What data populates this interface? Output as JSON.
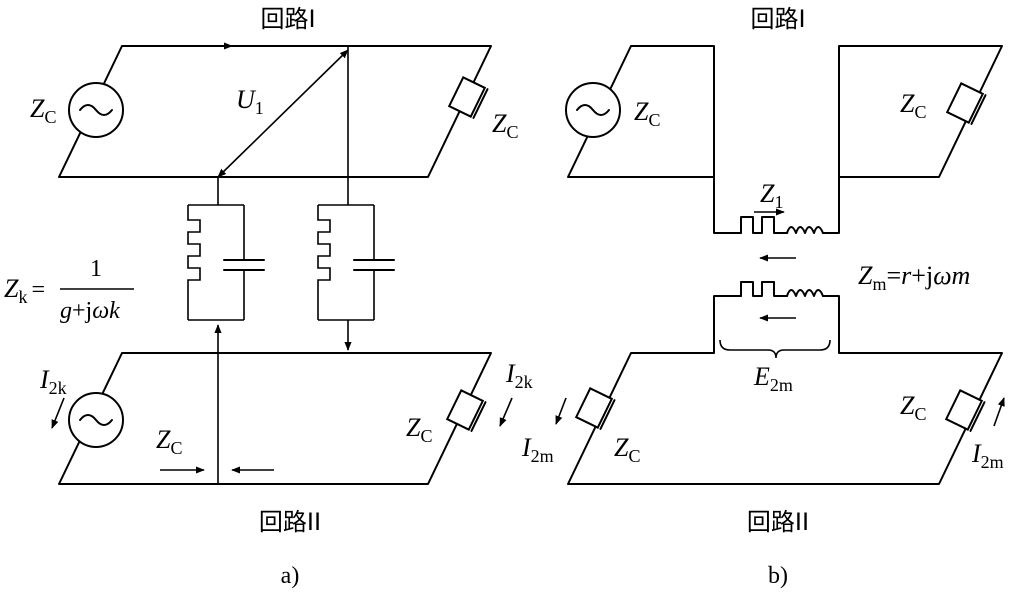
{
  "panel_a": {
    "top_title": "回路I",
    "bottom_title": "回路II",
    "caption": "a)",
    "source_impedance": {
      "main": "Z",
      "sub": "C"
    },
    "load_impedance": {
      "main": "Z",
      "sub": "C"
    },
    "voltage": {
      "main": "U",
      "sub": "1"
    },
    "coupling": {
      "lhs_main": "Z",
      "lhs_sub": "k",
      "eq": "=",
      "numerator": "1",
      "den_g": "g",
      "den_plus": "+",
      "den_j": "j",
      "den_omega": "ω",
      "den_k": "k"
    },
    "current_left": {
      "main": "I",
      "sub": "2k"
    },
    "current_right": {
      "main": "I",
      "sub": "2k"
    },
    "bottom_impedance": {
      "main": "Z",
      "sub": "C"
    },
    "bottom_load_impedance": {
      "main": "Z",
      "sub": "C"
    },
    "source_symbol": "~"
  },
  "panel_b": {
    "top_title": "回路I",
    "bottom_title": "回路II",
    "caption": "b)",
    "source_impedance": {
      "main": "Z",
      "sub": "C"
    },
    "load_impedance": {
      "main": "Z",
      "sub": "C"
    },
    "line_impedance": {
      "main": "Z",
      "sub": "1"
    },
    "mutual": {
      "lhs_main": "Z",
      "lhs_sub": "m",
      "eq": "=",
      "r": "r",
      "plus": "+",
      "j": "j",
      "omega": "ω",
      "m": "m"
    },
    "emf": {
      "main": "E",
      "sub": "2m"
    },
    "current_left": {
      "main": "I",
      "sub": "2m"
    },
    "current_right": {
      "main": "I",
      "sub": "2m"
    },
    "bottom_left_impedance": {
      "main": "Z",
      "sub": "C"
    },
    "bottom_right_impedance": {
      "main": "Z",
      "sub": "C"
    },
    "source_symbol": "~"
  }
}
